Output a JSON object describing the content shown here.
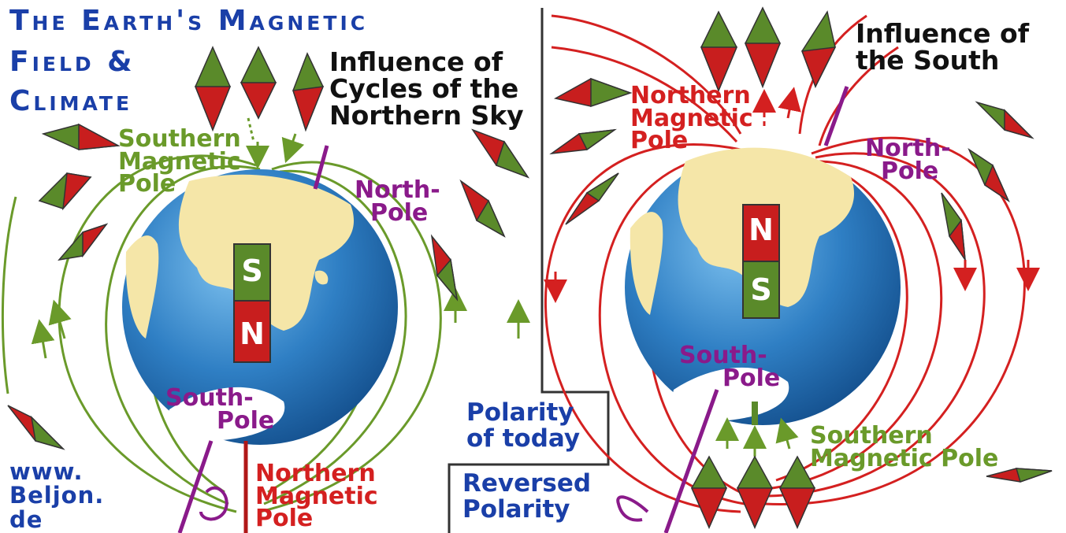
{
  "title": {
    "line1": "The Earth's Magnetic",
    "line2": "Field &",
    "line3": "Climate"
  },
  "website": {
    "line1": "www.",
    "line2": "Beljon.",
    "line3": "de"
  },
  "left_panel": {
    "influence": [
      "Influence of",
      "Cycles of the",
      "Northern Sky"
    ],
    "southern_magnetic_pole": [
      "Southern",
      "Magnetic",
      "Pole"
    ],
    "north_pole": [
      "North-",
      "Pole"
    ],
    "south_pole": [
      "South-",
      "Pole"
    ],
    "northern_magnetic_pole": [
      "Northern",
      "Magnetic",
      "Pole"
    ],
    "magnet_top": "S",
    "magnet_bottom": "N",
    "polarity_label": [
      "Polarity",
      "of today"
    ]
  },
  "right_panel": {
    "influence": [
      "Influence of",
      "the South"
    ],
    "northern_magnetic_pole": [
      "Northern",
      "Magnetic",
      "Pole"
    ],
    "north_pole": [
      "North-",
      "Pole"
    ],
    "south_pole": [
      "South-",
      "Pole"
    ],
    "southern_magnetic_pole": [
      "Southern",
      "Magnetic Pole"
    ],
    "magnet_top": "N",
    "magnet_bottom": "S",
    "polarity_label": [
      "Reversed",
      "Polarity"
    ]
  },
  "colors": {
    "title_blue": "#1a3fa8",
    "field_green": "#6a9a2a",
    "field_red": "#d42020",
    "pole_purple": "#8a1a8a",
    "ocean_blue": "#2f7fc4",
    "land_yellow": "#f5e6a8"
  }
}
